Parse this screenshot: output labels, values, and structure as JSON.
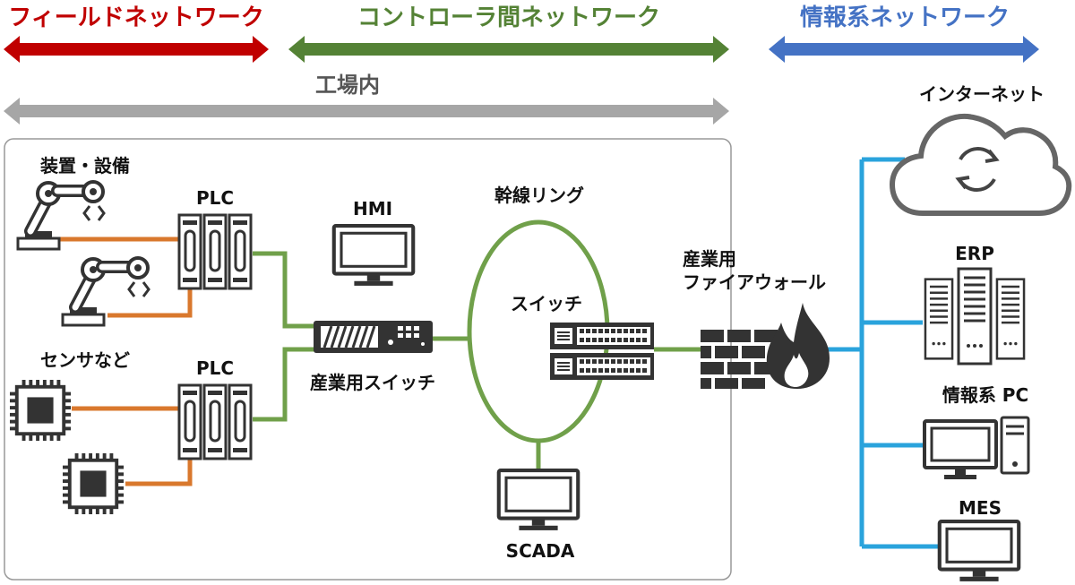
{
  "headers": {
    "field": "フィールドネットワーク",
    "controller": "コントローラ間ネットワーク",
    "info": "情報系ネットワーク",
    "factory": "工場内"
  },
  "labels": {
    "devices": "装置・設備",
    "plc_top": "PLC",
    "hmi": "HMI",
    "backbone": "幹線リング",
    "switch": "スイッチ",
    "sensors": "センサなど",
    "plc_bottom": "PLC",
    "industrial_switch": "産業用スイッチ",
    "scada": "SCADA",
    "firewall_line1": "産業用",
    "firewall_line2": "ファイアウォール",
    "internet": "インターネット",
    "erp": "ERP",
    "info_pc": "情報系 PC",
    "mes": "MES"
  },
  "colors": {
    "field": "#c00000",
    "controller": "#548235",
    "info": "#4472c4",
    "factory": "#a6a6a6",
    "wire_field": "#d9782d",
    "wire_ctrl": "#70a04a",
    "wire_info": "#2aa3dc",
    "device": "#333333"
  }
}
